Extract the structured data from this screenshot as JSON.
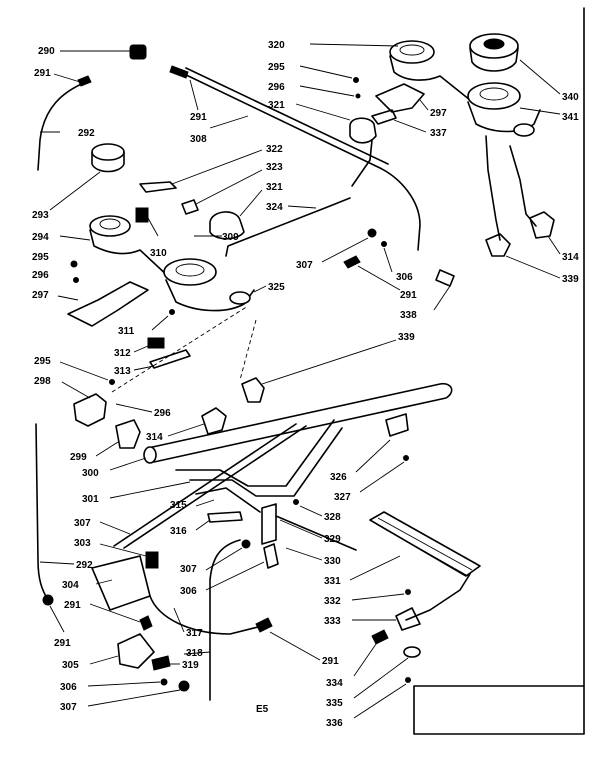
{
  "figure_code": "E5",
  "callouts": [
    {
      "id": "c290",
      "text": "290"
    },
    {
      "id": "c291a",
      "text": "291"
    },
    {
      "id": "c291b",
      "text": "291"
    },
    {
      "id": "c292a",
      "text": "292"
    },
    {
      "id": "c308a",
      "text": "308"
    },
    {
      "id": "c322",
      "text": "322"
    },
    {
      "id": "c323",
      "text": "323"
    },
    {
      "id": "c321a",
      "text": "321"
    },
    {
      "id": "c324",
      "text": "324"
    },
    {
      "id": "c293",
      "text": "293"
    },
    {
      "id": "c294",
      "text": "294"
    },
    {
      "id": "c310",
      "text": "310"
    },
    {
      "id": "c309",
      "text": "309"
    },
    {
      "id": "c295a",
      "text": "295"
    },
    {
      "id": "c296a",
      "text": "296"
    },
    {
      "id": "c297a",
      "text": "297"
    },
    {
      "id": "c307a",
      "text": "307"
    },
    {
      "id": "c306a",
      "text": "306"
    },
    {
      "id": "c325",
      "text": "325"
    },
    {
      "id": "c291c",
      "text": "291"
    },
    {
      "id": "c338",
      "text": "338"
    },
    {
      "id": "c311",
      "text": "311"
    },
    {
      "id": "c312",
      "text": "312"
    },
    {
      "id": "c313",
      "text": "313"
    },
    {
      "id": "c339a",
      "text": "339"
    },
    {
      "id": "c295b",
      "text": "295"
    },
    {
      "id": "c298",
      "text": "298"
    },
    {
      "id": "c296b",
      "text": "296"
    },
    {
      "id": "c314a",
      "text": "314"
    },
    {
      "id": "c299",
      "text": "299"
    },
    {
      "id": "c300",
      "text": "300"
    },
    {
      "id": "c326",
      "text": "326"
    },
    {
      "id": "c327",
      "text": "327"
    },
    {
      "id": "c301",
      "text": "301"
    },
    {
      "id": "c315",
      "text": "315"
    },
    {
      "id": "c328",
      "text": "328"
    },
    {
      "id": "c307b",
      "text": "307"
    },
    {
      "id": "c316",
      "text": "316"
    },
    {
      "id": "c329",
      "text": "329"
    },
    {
      "id": "c303",
      "text": "303"
    },
    {
      "id": "c307c",
      "text": "307"
    },
    {
      "id": "c330",
      "text": "330"
    },
    {
      "id": "c292b",
      "text": "292"
    },
    {
      "id": "c306b",
      "text": "306"
    },
    {
      "id": "c331",
      "text": "331"
    },
    {
      "id": "c304",
      "text": "304"
    },
    {
      "id": "c291d",
      "text": "291"
    },
    {
      "id": "c332",
      "text": "332"
    },
    {
      "id": "c317",
      "text": "317"
    },
    {
      "id": "c333",
      "text": "333"
    },
    {
      "id": "c291e",
      "text": "291"
    },
    {
      "id": "c318",
      "text": "318"
    },
    {
      "id": "c291f",
      "text": "291"
    },
    {
      "id": "c305",
      "text": "305"
    },
    {
      "id": "c319",
      "text": "319"
    },
    {
      "id": "c334",
      "text": "334"
    },
    {
      "id": "c306c",
      "text": "306"
    },
    {
      "id": "c335",
      "text": "335"
    },
    {
      "id": "c307d",
      "text": "307"
    },
    {
      "id": "c336",
      "text": "336"
    },
    {
      "id": "c320",
      "text": "320"
    },
    {
      "id": "c295c",
      "text": "295"
    },
    {
      "id": "c296c",
      "text": "296"
    },
    {
      "id": "c297b",
      "text": "297"
    },
    {
      "id": "c321b",
      "text": "321"
    },
    {
      "id": "c337",
      "text": "337"
    },
    {
      "id": "c340",
      "text": "340"
    },
    {
      "id": "c341",
      "text": "341"
    },
    {
      "id": "c314b",
      "text": "314"
    },
    {
      "id": "c339b",
      "text": "339"
    }
  ]
}
